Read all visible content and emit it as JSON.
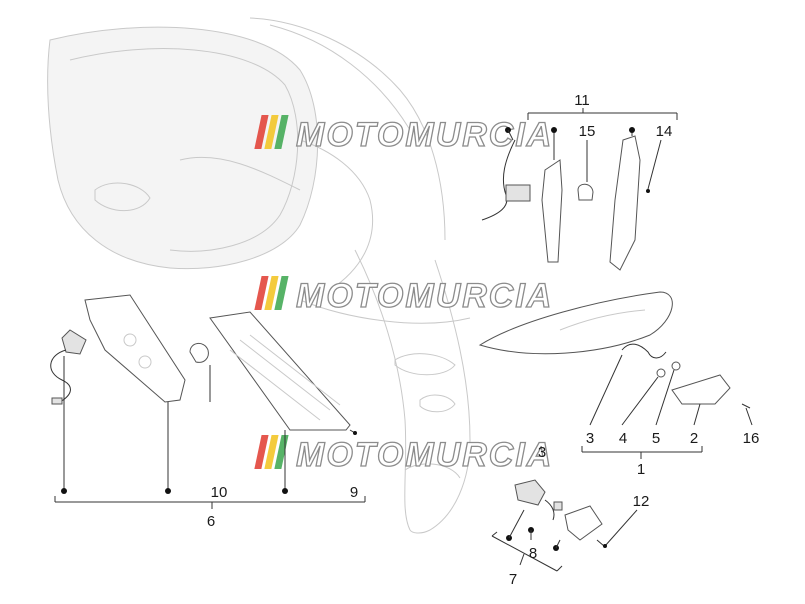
{
  "callouts": [
    {
      "id": "c1",
      "label": "1"
    },
    {
      "id": "c2",
      "label": "2"
    },
    {
      "id": "c3",
      "label": "3"
    },
    {
      "id": "c4",
      "label": "4"
    },
    {
      "id": "c5",
      "label": "5"
    },
    {
      "id": "c6",
      "label": "6"
    },
    {
      "id": "c7",
      "label": "7"
    },
    {
      "id": "c8",
      "label": "8"
    },
    {
      "id": "c9",
      "label": "9"
    },
    {
      "id": "c10",
      "label": "10"
    },
    {
      "id": "c11",
      "label": "11"
    },
    {
      "id": "c12",
      "label": "12"
    },
    {
      "id": "c13",
      "label": "3"
    },
    {
      "id": "c14",
      "label": "14"
    },
    {
      "id": "c15",
      "label": "15"
    },
    {
      "id": "c16",
      "label": "16"
    }
  ],
  "watermark": {
    "text": "MOTOMURCIA",
    "stripe_colors": [
      "#e03a2f",
      "#f2c21b",
      "#3aa64c"
    ]
  }
}
